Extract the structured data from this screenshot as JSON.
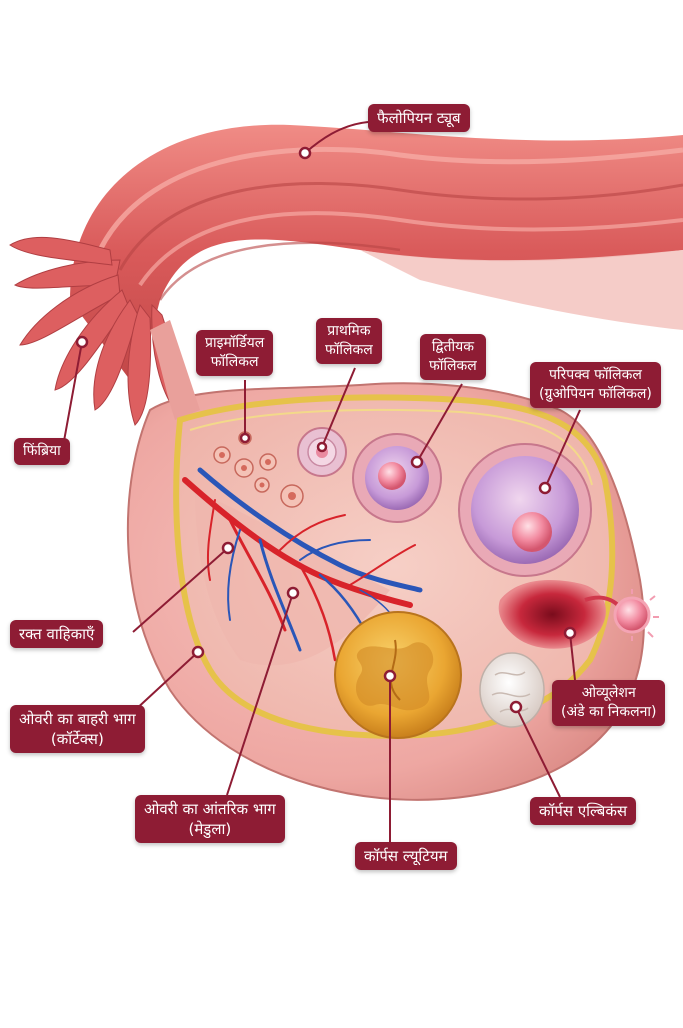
{
  "colors": {
    "label_bg": "#8e1c34",
    "label_text": "#ffffff",
    "tissue": "#f2a6a6",
    "tube": "#e06a6a",
    "artery": "#d8232a",
    "vein": "#2a56b8",
    "corpus_luteum": "#f0b13a",
    "corpus_albicans": "#efe6e0"
  },
  "labels": {
    "fallopian_tube": "फैलोपियन ट्यूब",
    "fimbria": "फिंब्रिया",
    "primordial_line1": "प्राइमॉर्डियल",
    "primordial_line2": "फॉलिकल",
    "primary_line1": "प्राथमिक",
    "primary_line2": "फॉलिकल",
    "secondary_line1": "द्वितीयक",
    "secondary_line2": "फॉलिकल",
    "mature_line1": "परिपक्व फॉलिकल",
    "mature_line2": "(ग्रुओपियन फॉलिकल)",
    "blood_vessels": "रक्त वाहिकाएँ",
    "cortex_line1": "ओवरी का बाहरी भाग",
    "cortex_line2": "(कॉर्टेक्स)",
    "medulla_line1": "ओवरी का आंतरिक भाग",
    "medulla_line2": "(मेडुला)",
    "corpus_luteum": "कॉर्पस ल्यूटियम",
    "ovulation_line1": "ओव्यूलेशन",
    "ovulation_line2": "(अंडे का निकलना)",
    "corpus_albicans": "कॉर्पस एल्बिकंस"
  }
}
